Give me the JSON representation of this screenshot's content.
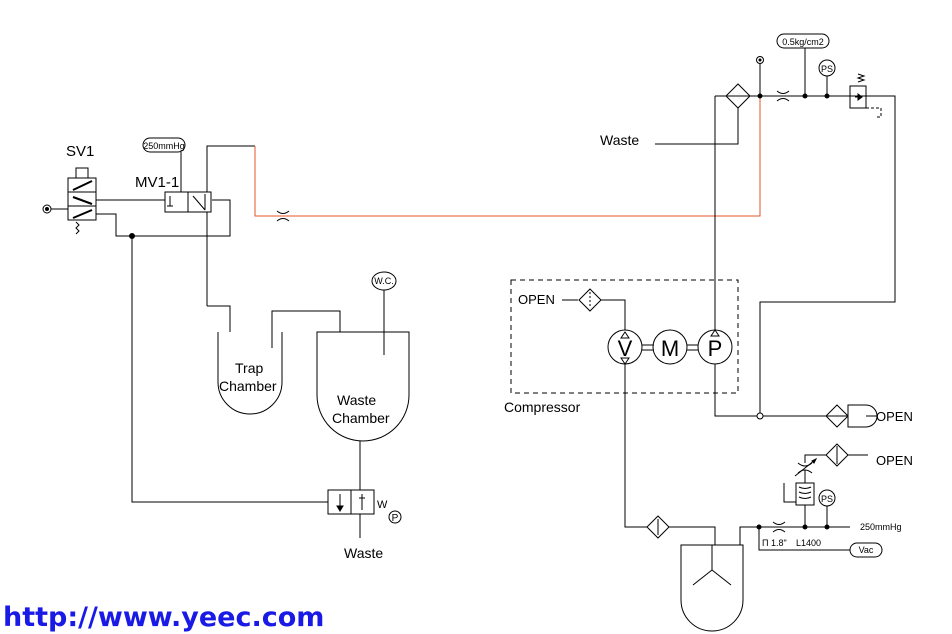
{
  "labels": {
    "sv1": "SV1",
    "mv1": "MV1-1",
    "mv1_pressure": "250mmHg",
    "trap_line1": "Trap",
    "trap_line2": "Chamber",
    "waste_ch_line1": "Waste",
    "waste_ch_line2": "Chamber",
    "wc": "W.C.",
    "waste_bottom": "Waste",
    "waste_top": "Waste",
    "open_left": "OPEN",
    "pump_v": "V",
    "pump_m": "M",
    "pump_p": "P",
    "compressor": "Compressor",
    "pressure_top": "0.5kg/cm2",
    "ps_top": "PS",
    "ps_bottom": "PS",
    "open_mid": "OPEN",
    "open_lower": "OPEN",
    "vac_pressure": "250mmHg",
    "tube_spec": "Π 1.8\"",
    "tube_len": "L1400",
    "vac": "Vac",
    "pump_p_small": "P",
    "valve_w": "W",
    "url": "http://www.yeec.com"
  },
  "colors": {
    "line": "#000000",
    "highlight_line": "#e2542b",
    "url": "#1a1ae6"
  }
}
